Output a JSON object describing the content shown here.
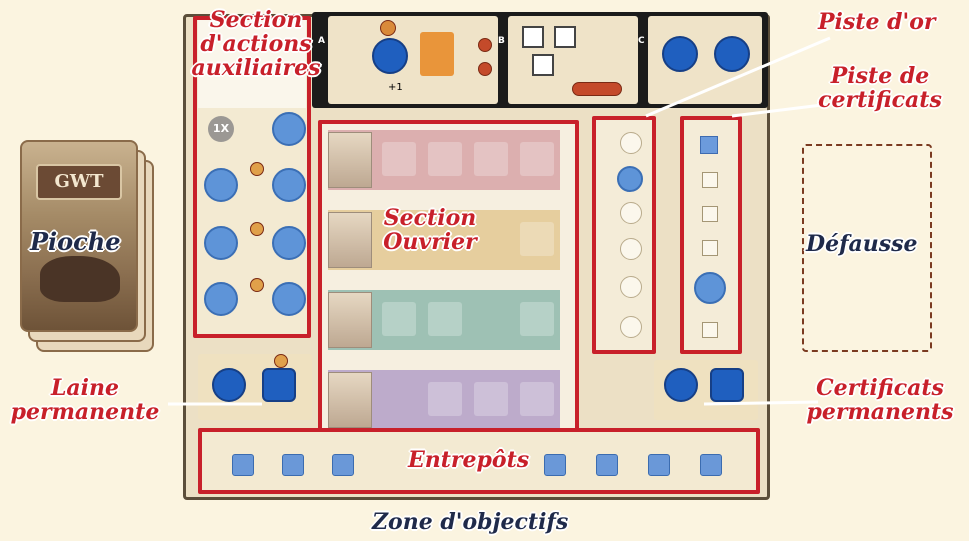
{
  "labels": {
    "auxiliary_line1": "Section",
    "auxiliary_line2": "d'actions",
    "auxiliary_line3": "auxiliaires",
    "gold_track": "Piste d'or",
    "certificate_track_line1": "Piste de",
    "certificate_track_line2": "certificats",
    "draw_pile": "Pioche",
    "worker_section_line1": "Section",
    "worker_section_line2": "Ouvrier",
    "discard": "Défausse",
    "permanent_wool_line1": "Laine",
    "permanent_wool_line2": "permanente",
    "permanent_certificates_line1": "Certificats",
    "permanent_certificates_line2": "permanents",
    "warehouses": "Entrepôts",
    "objective_zone": "Zone d'objectifs"
  },
  "card": {
    "logo": "GWT"
  },
  "tiles": {
    "a_letter": "A",
    "b_letter": "B",
    "c_letter": "C",
    "a_bonus": "+1"
  },
  "aux_badge": "1X",
  "colors": {
    "callout_red": "#c8202a",
    "callout_dark": "#1f2a4a",
    "disc_blue": "#5e94d8",
    "disc_dark_blue": "#1f5fbf",
    "board_border": "#5b4e3a"
  }
}
